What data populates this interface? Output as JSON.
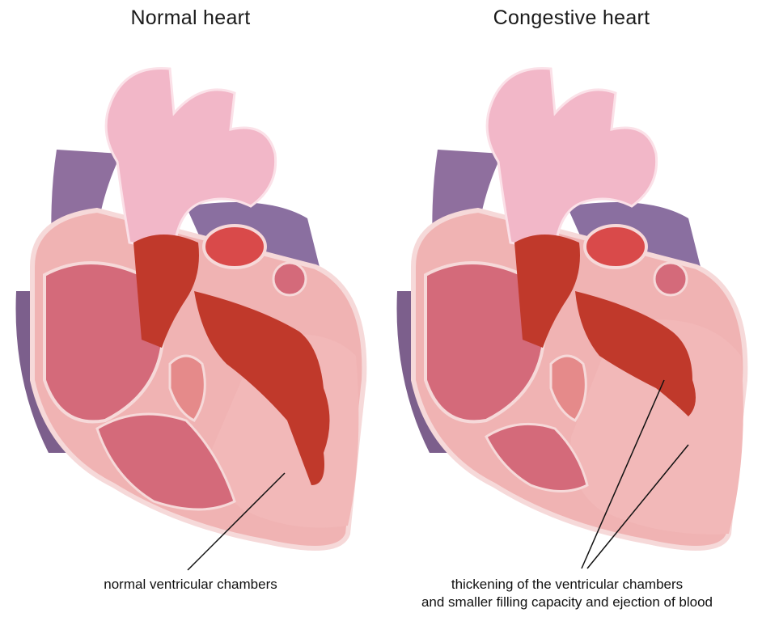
{
  "left_panel": {
    "title": "Normal heart",
    "caption": "normal ventricular chambers"
  },
  "right_panel": {
    "title": "Congestive heart",
    "caption_line1": "thickening of the ventricular chambers",
    "caption_line2": "and smaller filling capacity and ejection of blood"
  },
  "colors": {
    "aorta": "#f2b7c8",
    "vein_purple": "#8f6f9e",
    "muscle_outer": "#e99a9a",
    "chamber_dark_red": "#c0392b",
    "chamber_pink": "#d46a7a",
    "outline": "#f6d9d9"
  }
}
